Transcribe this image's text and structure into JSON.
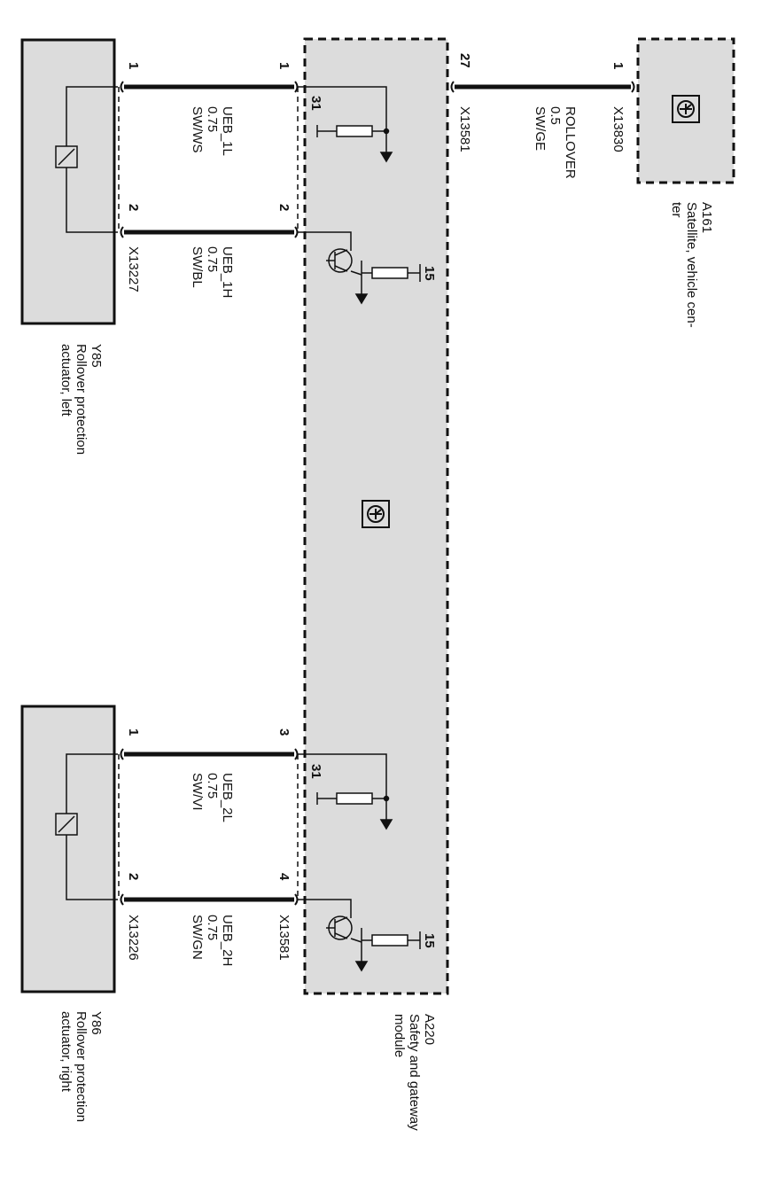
{
  "components": {
    "a161": {
      "id": "A161",
      "name_line1": "Satellite, vehicle cen-",
      "name_line2": "ter",
      "pin": "1",
      "connector": "X13830"
    },
    "a220": {
      "id": "A220",
      "name_line1": "Safety and gateway",
      "name_line2": "module",
      "connector_top": "X13581",
      "connector_bottom": "X13581",
      "rollover_pin": "27",
      "pins": [
        "1",
        "2",
        "3",
        "4"
      ],
      "ground_label": "31",
      "supply_label": "15"
    },
    "y85": {
      "id": "Y85",
      "name_line1": "Rollover protection",
      "name_line2": "actuator, left",
      "pins": [
        "1",
        "2"
      ],
      "connector": "X13227"
    },
    "y86": {
      "id": "Y86",
      "name_line1": "Rollover protection",
      "name_line2": "actuator, right",
      "pins": [
        "1",
        "2"
      ],
      "connector": "X13226"
    }
  },
  "wires": {
    "rollover": {
      "name": "ROLLOVER",
      "gauge": "0.5",
      "color": "SW/GE"
    },
    "ueb_1l": {
      "name": "UEB_1L",
      "gauge": "0.75",
      "color": "SW/WS"
    },
    "ueb_1h": {
      "name": "UEB_1H",
      "gauge": "0.75",
      "color": "SW/BL"
    },
    "ueb_2l": {
      "name": "UEB_2L",
      "gauge": "0.75",
      "color": "SW/VI"
    },
    "ueb_2h": {
      "name": "UEB_2H",
      "gauge": "0.75",
      "color": "SW/GN"
    }
  }
}
